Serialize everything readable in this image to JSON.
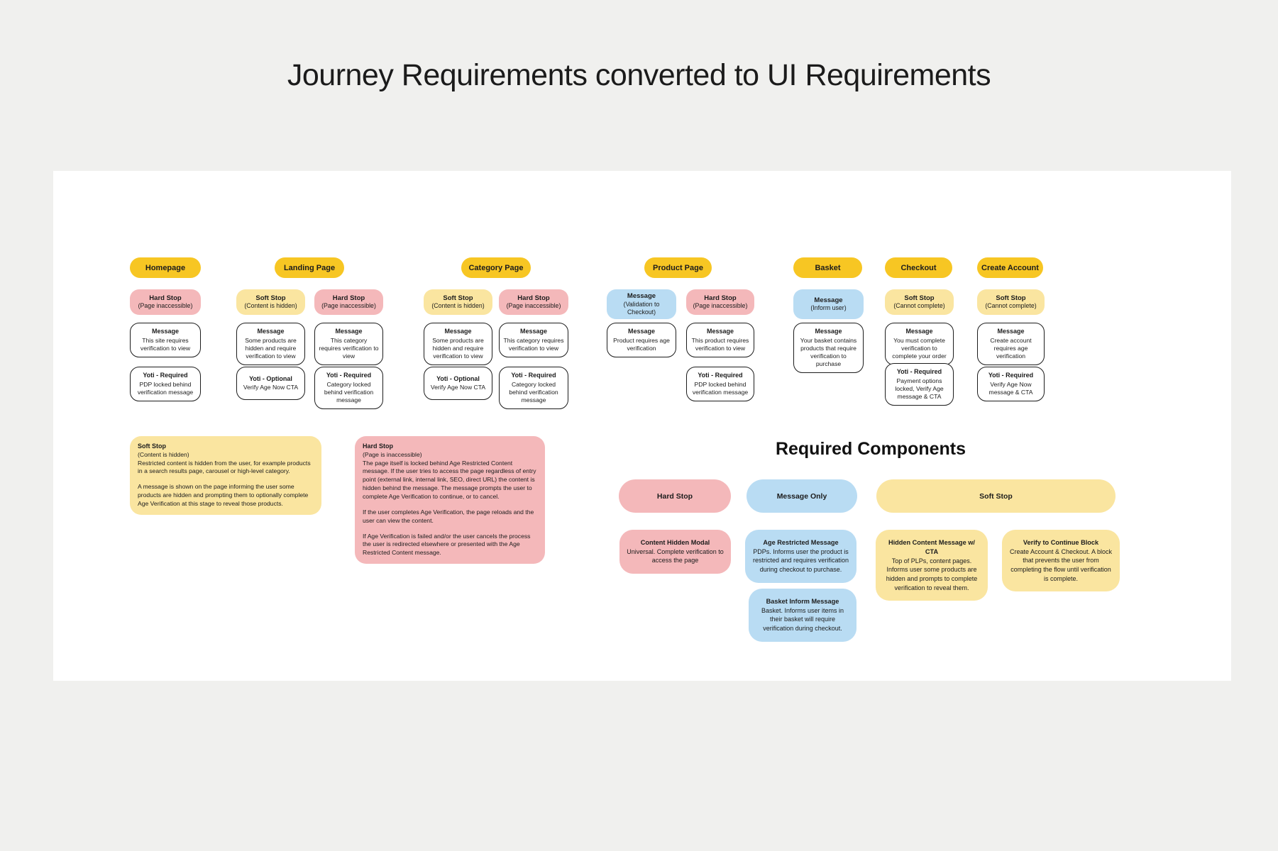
{
  "title": "Journey Requirements converted to UI Requirements",
  "colors": {
    "header_yellow": "#f7c623",
    "soft_stop_yellow": "#fae5a0",
    "hard_stop_pink": "#f4b8ba",
    "message_blue": "#b9dcf3",
    "canvas_white": "#ffffff",
    "page_background": "#f0f0ee"
  },
  "columns": [
    {
      "header": "Homepage",
      "tracks": [
        {
          "stop": {
            "title": "Hard Stop",
            "sub": "(Page inaccessible)"
          },
          "message": {
            "title": "Message",
            "body": "This site requires verification to view"
          },
          "yoti": {
            "title": "Yoti - Required",
            "body": "PDP locked behind verification message"
          }
        }
      ]
    },
    {
      "header": "Landing Page",
      "tracks": [
        {
          "stop": {
            "title": "Soft Stop",
            "sub": "(Content is hidden)"
          },
          "message": {
            "title": "Message",
            "body": "Some products are hidden and require verification to view"
          },
          "yoti": {
            "title": "Yoti - Optional",
            "body": "Verify Age Now CTA"
          }
        },
        {
          "stop": {
            "title": "Hard Stop",
            "sub": "(Page inaccessible)"
          },
          "message": {
            "title": "Message",
            "body": "This category requires verification to view"
          },
          "yoti": {
            "title": "Yoti - Required",
            "body": "Category locked behind verification message"
          }
        }
      ]
    },
    {
      "header": "Category Page",
      "tracks": [
        {
          "stop": {
            "title": "Soft Stop",
            "sub": "(Content is hidden)"
          },
          "message": {
            "title": "Message",
            "body": "Some products are hidden and require verification to view"
          },
          "yoti": {
            "title": "Yoti - Optional",
            "body": "Verify Age Now CTA"
          }
        },
        {
          "stop": {
            "title": "Hard Stop",
            "sub": "(Page inaccessible)"
          },
          "message": {
            "title": "Message",
            "body": "This category requires verification to view"
          },
          "yoti": {
            "title": "Yoti - Required",
            "body": "Category locked behind verification message"
          }
        }
      ]
    },
    {
      "header": "Product Page",
      "tracks": [
        {
          "stop": {
            "title": "Message",
            "sub": "(Validation to Checkout)"
          },
          "message": {
            "title": "Message",
            "body": "Product requires age verification"
          }
        },
        {
          "stop": {
            "title": "Hard Stop",
            "sub": "(Page inaccessible)"
          },
          "message": {
            "title": "Message",
            "body": "This product requires verification to view"
          },
          "yoti": {
            "title": "Yoti - Required",
            "body": "PDP locked behind verification message"
          }
        }
      ]
    },
    {
      "header": "Basket",
      "tracks": [
        {
          "stop": {
            "title": "Message",
            "sub": "(Inform user)"
          },
          "message": {
            "title": "Message",
            "body": "Your basket contains products that require verification to purchase"
          }
        }
      ]
    },
    {
      "header": "Checkout",
      "tracks": [
        {
          "stop": {
            "title": "Soft Stop",
            "sub": "(Cannot complete)"
          },
          "message": {
            "title": "Message",
            "body": "You must complete verification to complete your order"
          },
          "yoti": {
            "title": "Yoti - Required",
            "body": "Payment options locked, Verify Age message & CTA"
          }
        }
      ]
    },
    {
      "header": "Create Account",
      "tracks": [
        {
          "stop": {
            "title": "Soft Stop",
            "sub": "(Cannot complete)"
          },
          "message": {
            "title": "Message",
            "body": "Create account requires age verification"
          },
          "yoti": {
            "title": "Yoti - Required",
            "body": "Verify Age Now message & CTA"
          }
        }
      ]
    }
  ],
  "legend": {
    "soft": {
      "title": "Soft Stop",
      "sub": "(Content is hidden)",
      "p1": "Restricted content is hidden from the user, for example products in a search results page, carousel or high-level category.",
      "p2": "A message is shown on the page informing the user some products are hidden and prompting them to optionally complete Age Verification at this stage to reveal those products."
    },
    "hard": {
      "title": "Hard Stop",
      "sub": "(Page is inaccessible)",
      "p1": "The page itself is locked behind Age Restricted Content message. If the user tries to access the page regardless of entry point (external link, internal link, SEO, direct URL) the content is hidden behind the message. The message prompts the user to complete Age Verification to continue, or to cancel.",
      "p2": "If the user completes Age Verification, the page reloads and the user can view the content.",
      "p3": "If Age Verification is failed and/or the user cancels the process the user is redirected elsewhere or presented with the Age Restricted Content message."
    }
  },
  "required_components": {
    "title": "Required Components",
    "pills": [
      {
        "label": "Hard Stop"
      },
      {
        "label": "Message Only"
      },
      {
        "label": "Soft Stop"
      }
    ],
    "items": [
      {
        "title": "Content Hidden Modal",
        "body": "Universal. Complete verification to access the page"
      },
      {
        "title": "Age Restricted Message",
        "body": "PDPs. Informs user the product is restricted and requires verification during checkout to purchase."
      },
      {
        "title": "Hidden Content Message w/ CTA",
        "body": "Top of PLPs, content pages. Informs user some products are hidden and prompts to complete verification to reveal them."
      },
      {
        "title": "Verify to Continue Block",
        "body": "Create Account & Checkout. A block that prevents the user from completing the flow until verification is complete."
      },
      {
        "title": "Basket Inform Message",
        "body": "Basket. Informs user items in their basket will require verification during checkout."
      }
    ]
  }
}
